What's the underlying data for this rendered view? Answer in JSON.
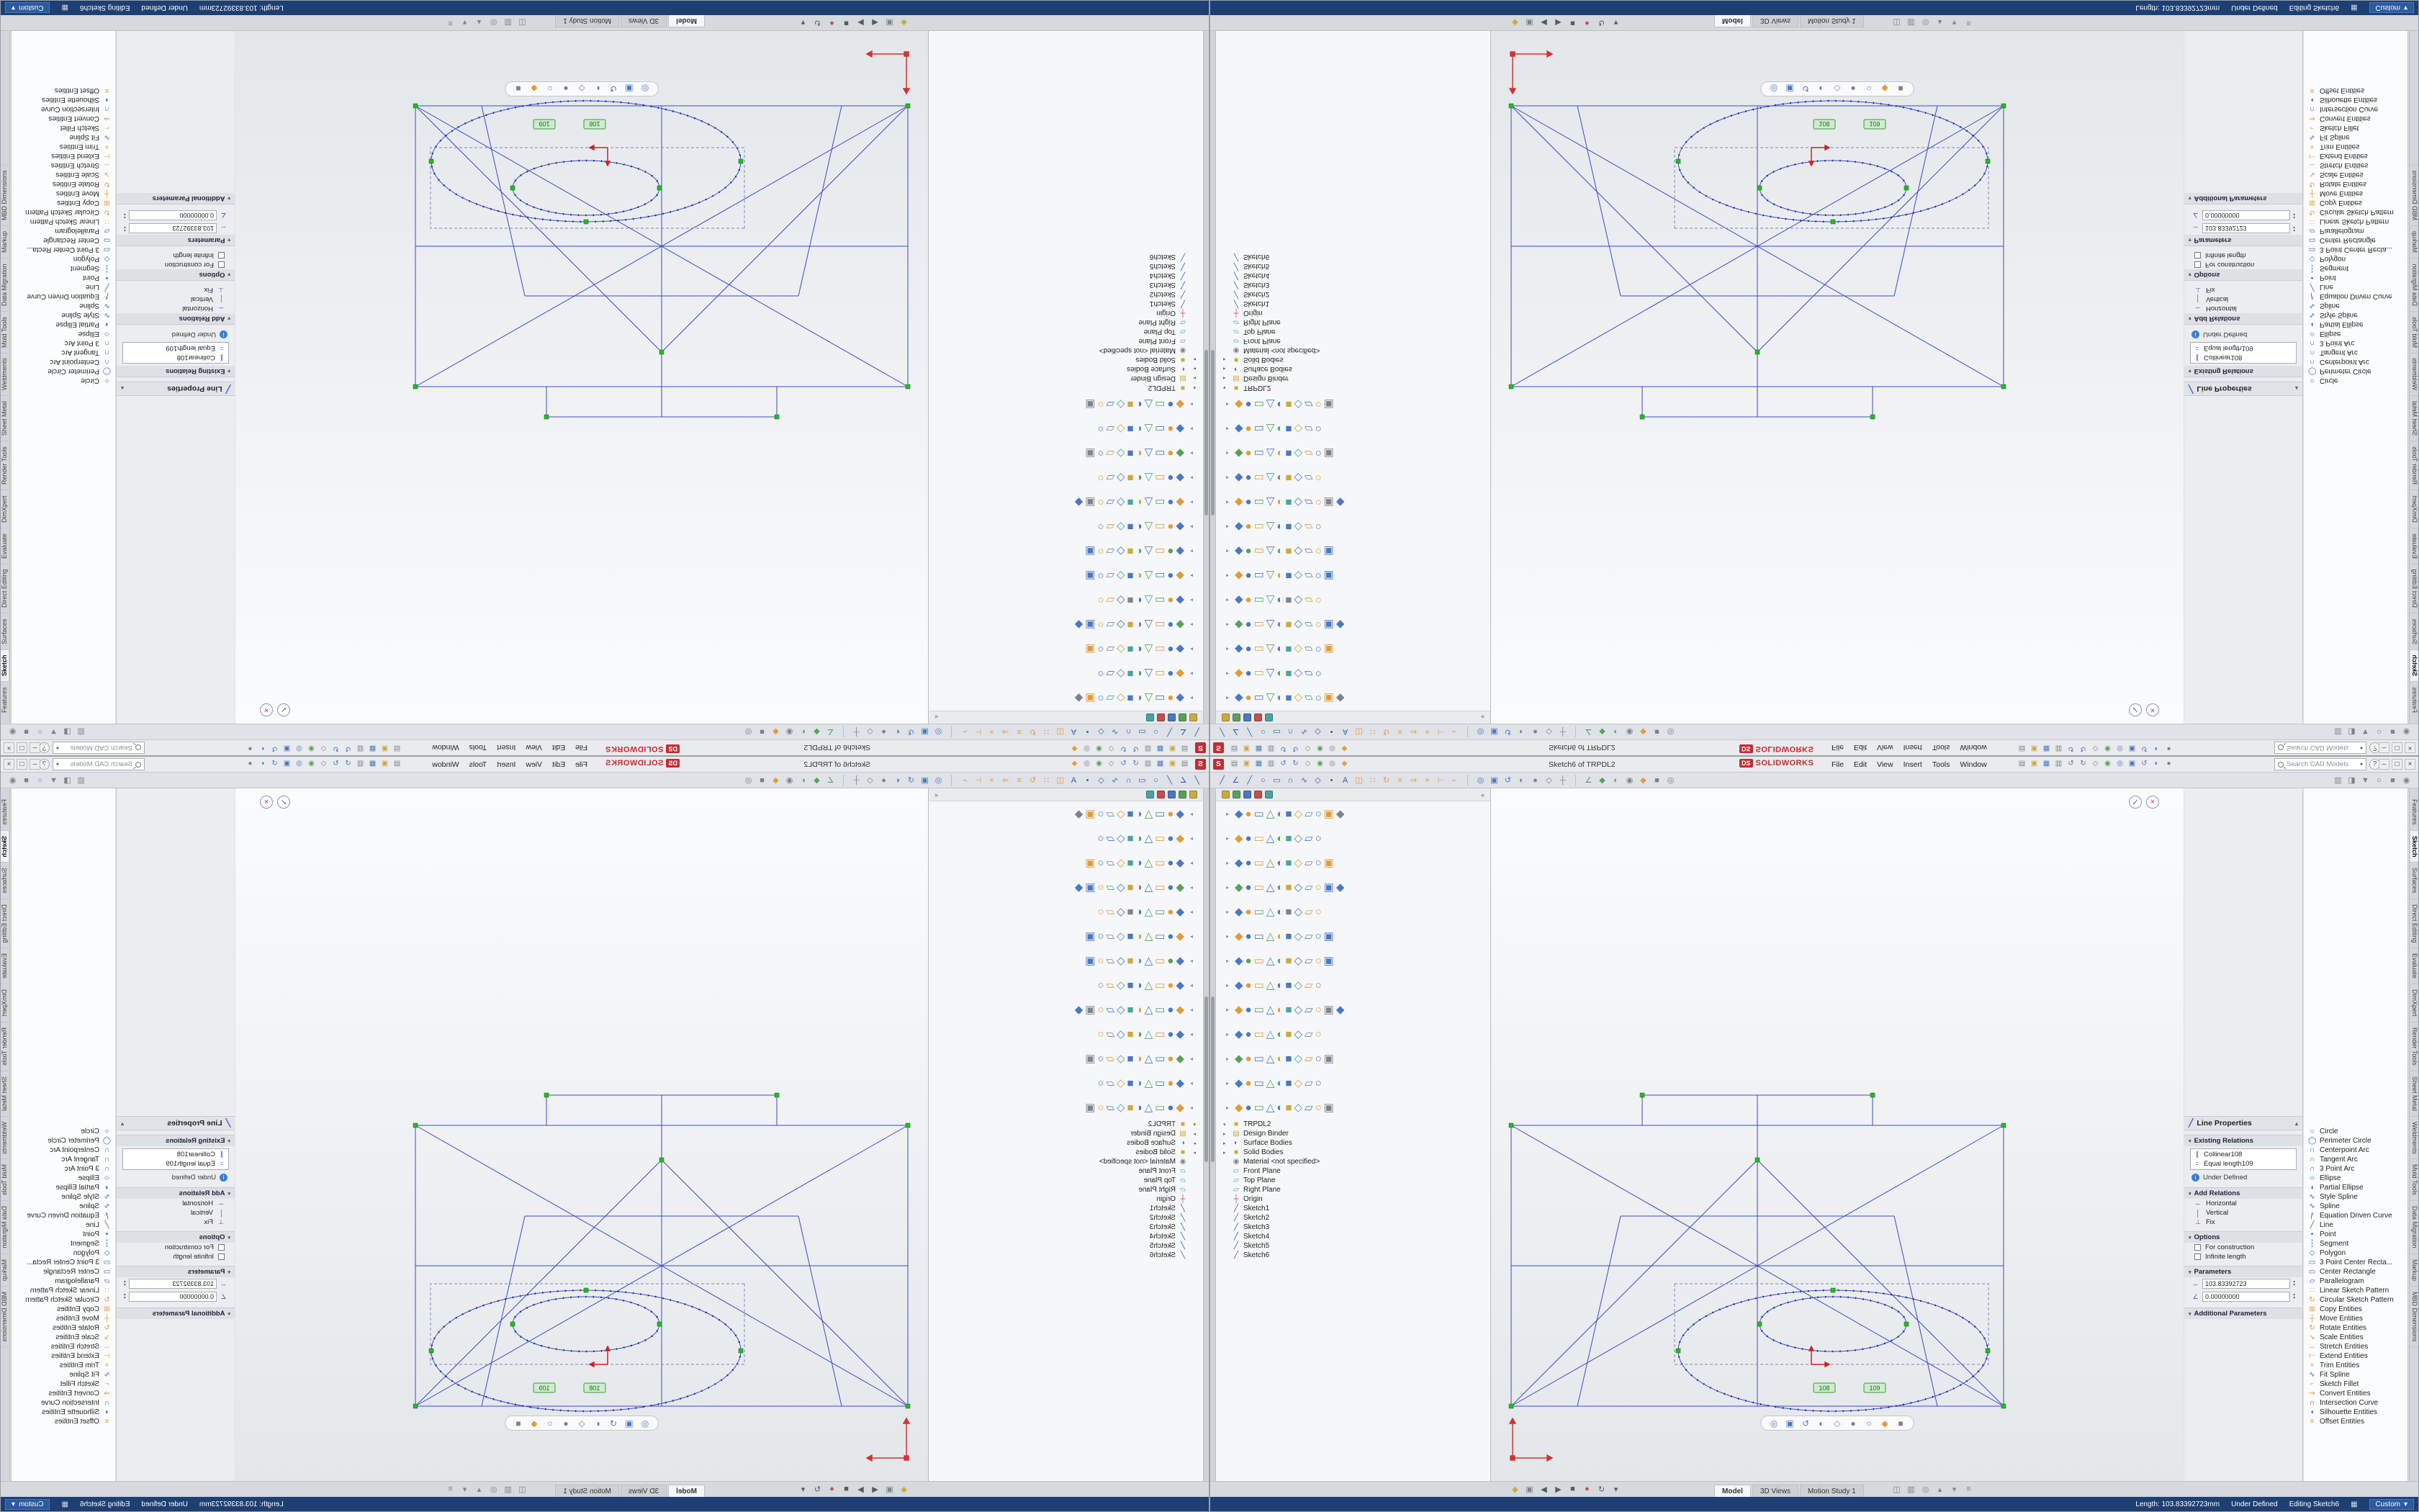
{
  "icons": {
    "chevron_down": "▾",
    "grid": "▦",
    "check": "✓",
    "close_small": "×",
    "minimize": "–",
    "maximize": "□",
    "close": "×",
    "help": "?",
    "pin": "▴",
    "info": "i",
    "spin_up": "▴",
    "spin_down": "▾",
    "tree_pin": "«"
  },
  "window": {
    "app_icon_label": "S",
    "title": "Sketch6 of TRPDL2",
    "logo_ds": "DS",
    "logo_text": "SOLIDWORKS",
    "menus": [
      "File",
      "Edit",
      "View",
      "Insert",
      "Tools",
      "Window"
    ],
    "search_placeholder": "Search CAD Models"
  },
  "toolbars": {
    "quick": [
      {
        "n": "new",
        "g": "▤",
        "c": "#7d838b"
      },
      {
        "n": "open",
        "g": "▣",
        "c": "#cfa93f"
      },
      {
        "n": "save",
        "g": "▦",
        "c": "#4a78c2"
      },
      {
        "n": "print",
        "g": "▥",
        "c": "#7d838b"
      },
      {
        "n": "undo",
        "g": "↺",
        "c": "#4a78c2"
      },
      {
        "n": "redo",
        "g": "↻",
        "c": "#4a78c2"
      },
      {
        "n": "select",
        "g": "◇",
        "c": "#7d838b"
      },
      {
        "n": "rebuild",
        "g": "◉",
        "c": "#5aa05a"
      },
      {
        "n": "options",
        "g": "◎",
        "c": "#7d838b"
      },
      {
        "n": "appearance",
        "g": "◆",
        "c": "#e09b3d"
      }
    ],
    "groups": [
      [
        {
          "n": "sketch",
          "g": "╱",
          "c": "#2f5fb8"
        },
        {
          "n": "smart-dimension",
          "g": "∠",
          "c": "#2f5fb8"
        },
        {
          "n": "line",
          "g": "╱",
          "c": "#2f5fb8"
        },
        {
          "n": "circle",
          "g": "○",
          "c": "#2f5fb8"
        },
        {
          "n": "rectangle",
          "g": "▭",
          "c": "#2f5fb8"
        },
        {
          "n": "arc",
          "g": "∩",
          "c": "#2f5fb8"
        },
        {
          "n": "spline",
          "g": "∿",
          "c": "#2f5fb8"
        },
        {
          "n": "polygon",
          "g": "◇",
          "c": "#2f5fb8"
        },
        {
          "n": "point",
          "g": "•",
          "c": "#2f5fb8"
        },
        {
          "n": "text",
          "g": "A",
          "c": "#2f5fb8"
        },
        {
          "n": "mirror-entities",
          "g": "◫",
          "c": "#e09b3d"
        },
        {
          "n": "linear-pattern",
          "g": "∷",
          "c": "#e09b3d"
        },
        {
          "n": "circular-pattern",
          "g": "↻",
          "c": "#e09b3d"
        },
        {
          "n": "offset",
          "g": "≡",
          "c": "#e09b3d"
        },
        {
          "n": "convert",
          "g": "⇒",
          "c": "#e09b3d"
        },
        {
          "n": "trim",
          "g": "×",
          "c": "#e09b3d"
        },
        {
          "n": "extend",
          "g": "⊢",
          "c": "#e09b3d"
        },
        {
          "n": "fillet",
          "g": "⌐",
          "c": "#e09b3d"
        }
      ],
      [
        {
          "n": "zoom-fit",
          "g": "◎",
          "c": "#4a78c2"
        },
        {
          "n": "zoom-area",
          "g": "▣",
          "c": "#4a78c2"
        },
        {
          "n": "previous-view",
          "g": "↺",
          "c": "#4a78c2"
        },
        {
          "n": "section-view",
          "g": "◐",
          "c": "#4a78c2"
        },
        {
          "n": "display-style",
          "g": "●",
          "c": "#7d838b"
        },
        {
          "n": "view-orientation",
          "g": "◇",
          "c": "#7d838b"
        },
        {
          "n": "pan",
          "g": "┼",
          "c": "#7d838b"
        }
      ],
      [
        {
          "n": "measure",
          "g": "∠",
          "c": "#5aa05a"
        },
        {
          "n": "mass-properties",
          "g": "◆",
          "c": "#5aa05a"
        },
        {
          "n": "evaluate-section",
          "g": "◐",
          "c": "#5aa05a"
        },
        {
          "n": "sensor",
          "g": "◉",
          "c": "#7d838b"
        },
        {
          "n": "edit-appearance",
          "g": "◆",
          "c": "#e09b3d"
        },
        {
          "n": "apply-scene",
          "g": "■",
          "c": "#7d838b"
        },
        {
          "n": "view-settings",
          "g": "◎",
          "c": "#7d838b"
        }
      ]
    ],
    "right": [
      {
        "n": "task-pane",
        "g": "▥",
        "c": "#7d838b"
      },
      {
        "n": "display-pane",
        "g": "◨",
        "c": "#7d838b"
      },
      {
        "n": "selection-filter",
        "g": "▼",
        "c": "#7d838b"
      },
      {
        "n": "hide-show",
        "g": "○",
        "c": "#4a78c2"
      },
      {
        "n": "scene",
        "g": "■",
        "c": "#7d838b"
      },
      {
        "n": "camera",
        "g": "◉",
        "c": "#7d838b"
      }
    ]
  },
  "headsup": [
    {
      "n": "zoom-fit",
      "g": "◎",
      "c": "#4a78c2"
    },
    {
      "n": "zoom-area",
      "g": "▣",
      "c": "#4a78c2"
    },
    {
      "n": "previous-view",
      "g": "↺",
      "c": "#4a78c2"
    },
    {
      "n": "section-view",
      "g": "◐",
      "c": "#4a78c2"
    },
    {
      "n": "view-orientation",
      "g": "◇",
      "c": "#7d838b"
    },
    {
      "n": "display-style",
      "g": "●",
      "c": "#7d838b"
    },
    {
      "n": "hide-show-items",
      "g": "○",
      "c": "#4a78c2"
    },
    {
      "n": "edit-appearance",
      "g": "◆",
      "c": "#e09b3d"
    },
    {
      "n": "apply-scene",
      "g": "■",
      "c": "#7d838b"
    }
  ],
  "tree": {
    "panel_tabs": [
      {
        "n": "featuremanager-tab",
        "c": "#cfa93f"
      },
      {
        "n": "propertymanager-tab",
        "c": "#5aa05a"
      },
      {
        "n": "configurationmanager-tab",
        "c": "#4a78c2"
      },
      {
        "n": "dimxpertmanager-tab",
        "c": "#c2504a"
      },
      {
        "n": "displaymanager-tab",
        "c": "#49a3a3"
      }
    ],
    "decor_rows": [
      [
        "b",
        "o",
        "b",
        "g",
        "d",
        "b",
        "y",
        "t",
        "b",
        "o",
        "d"
      ],
      [
        "o",
        "b",
        "y",
        "b",
        "g",
        "t",
        "d",
        "b",
        "b"
      ],
      [
        "b",
        "b",
        "o",
        "g",
        "b",
        "t",
        "y",
        "d",
        "b",
        "o"
      ],
      [
        "g",
        "b",
        "o",
        "b",
        "d",
        "y",
        "b",
        "t",
        "o",
        "b",
        "b"
      ],
      [
        "b",
        "o",
        "g",
        "t",
        "b",
        "d",
        "b",
        "y",
        "o"
      ],
      [
        "o",
        "b",
        "b",
        "g",
        "y",
        "b",
        "t",
        "d",
        "b",
        "b"
      ],
      [
        "b",
        "g",
        "o",
        "b",
        "t",
        "y",
        "b",
        "d",
        "o",
        "b"
      ],
      [
        "b",
        "o",
        "y",
        "g",
        "b",
        "b",
        "t",
        "o",
        "d"
      ],
      [
        "o",
        "b",
        "g",
        "b",
        "y",
        "t",
        "b",
        "b",
        "o",
        "d",
        "b"
      ],
      [
        "b",
        "b",
        "o",
        "t",
        "g",
        "y",
        "b",
        "d",
        "o"
      ],
      [
        "g",
        "o",
        "b",
        "b",
        "y",
        "b",
        "t",
        "o",
        "b",
        "d"
      ],
      [
        "b",
        "o",
        "b",
        "g",
        "t",
        "b",
        "y",
        "d",
        "b"
      ],
      [
        "o",
        "b",
        "g",
        "b",
        "b",
        "y",
        "t",
        "b",
        "o",
        "d"
      ]
    ],
    "items": [
      {
        "icon": "part",
        "label": "TRPDL2",
        "tw": "▾"
      },
      {
        "icon": "binder",
        "label": "Design Binder",
        "tw": "▸"
      },
      {
        "icon": "surface",
        "label": "Surface Bodies",
        "tw": "▸"
      },
      {
        "icon": "solid",
        "label": "Solid Bodies",
        "tw": "▸"
      },
      {
        "icon": "material",
        "label": "Material <not specified>",
        "tw": ""
      },
      {
        "icon": "plane",
        "label": "Front Plane",
        "tw": ""
      },
      {
        "icon": "plane",
        "label": "Top Plane",
        "tw": ""
      },
      {
        "icon": "plane",
        "label": "Right Plane",
        "tw": ""
      },
      {
        "icon": "origin",
        "label": "Origin",
        "tw": ""
      },
      {
        "icon": "sketch",
        "label": "Sketch1",
        "tw": ""
      },
      {
        "icon": "sketch",
        "label": "Sketch2",
        "tw": ""
      },
      {
        "icon": "sketch",
        "label": "Sketch3",
        "tw": ""
      },
      {
        "icon": "sketch",
        "label": "Sketch4",
        "tw": ""
      },
      {
        "icon": "sketch",
        "label": "Sketch5",
        "tw": ""
      },
      {
        "icon": "sketch",
        "label": "Sketch6",
        "tw": ""
      }
    ]
  },
  "property_panel": {
    "title": "Line Properties",
    "relations": {
      "title": "Existing Relations",
      "items": [
        {
          "g": "∥",
          "label": "Collinear108"
        },
        {
          "g": "=",
          "label": "Equal length109"
        }
      ],
      "status": "Under Defined"
    },
    "add_relations": {
      "title": "Add Relations",
      "buttons": [
        {
          "g": "─",
          "label": "Horizontal",
          "n": "horizontal-relation"
        },
        {
          "g": "│",
          "label": "Vertical",
          "n": "vertical-relation"
        },
        {
          "g": "⊥",
          "label": "Fix",
          "n": "fix-relation"
        }
      ]
    },
    "options": {
      "title": "Options",
      "checkboxes": [
        "For construction",
        "Infinite length"
      ]
    },
    "parameters": {
      "title": "Parameters",
      "items": [
        {
          "g": "↔",
          "value": "103.83392723",
          "n": "length-parameter"
        },
        {
          "g": "∠",
          "value": "0.00000000",
          "n": "angle-parameter"
        }
      ]
    },
    "additional_title": "Additional Parameters"
  },
  "palette": [
    {
      "label": "Circle",
      "g": "○",
      "c": "#2f5fb8"
    },
    {
      "label": "Perimeter Circle",
      "g": "◯",
      "c": "#2f5fb8"
    },
    {
      "label": "Centerpoint Arc",
      "g": "∩",
      "c": "#2f5fb8"
    },
    {
      "label": "Tangent Arc",
      "g": "∩",
      "c": "#2f5fb8"
    },
    {
      "label": "3 Point Arc",
      "g": "∩",
      "c": "#2f5fb8"
    },
    {
      "label": "Ellipse",
      "g": "○",
      "c": "#2f5fb8",
      "ell": true
    },
    {
      "label": "Partial Ellipse",
      "g": "◖",
      "c": "#2f5fb8"
    },
    {
      "label": "Style Spline",
      "g": "∿",
      "c": "#2f5fb8"
    },
    {
      "label": "Spline",
      "g": "∿",
      "c": "#2f5fb8"
    },
    {
      "label": "Equation Driven Curve",
      "g": "ƒ",
      "c": "#2f5fb8"
    },
    {
      "label": "Line",
      "g": "╱",
      "c": "#2f5fb8"
    },
    {
      "label": "Point",
      "g": "•",
      "c": "#2f5fb8"
    },
    {
      "label": "Segment",
      "g": "┆",
      "c": "#2f5fb8"
    },
    {
      "label": "Polygon",
      "g": "◇",
      "c": "#2f5fb8"
    },
    {
      "label": "3 Point Center Recta...",
      "g": "▭",
      "c": "#2f5fb8"
    },
    {
      "label": "Center Rectangle",
      "g": "▭",
      "c": "#2f5fb8"
    },
    {
      "label": "Parallelogram",
      "g": "▱",
      "c": "#2f5fb8"
    },
    {
      "label": "Linear Sketch Pattern",
      "g": "∷",
      "c": "#e09b3d"
    },
    {
      "label": "Circular Sketch Pattern",
      "g": "↻",
      "c": "#e09b3d"
    },
    {
      "label": "Copy Entities",
      "g": "⊞",
      "c": "#e09b3d"
    },
    {
      "label": "Move Entities",
      "g": "┼",
      "c": "#e09b3d"
    },
    {
      "label": "Rotate Entities",
      "g": "↻",
      "c": "#e09b3d"
    },
    {
      "label": "Scale Entities",
      "g": "↘",
      "c": "#e09b3d"
    },
    {
      "label": "Stretch Entities",
      "g": "↔",
      "c": "#e09b3d"
    },
    {
      "label": "Extend Entities",
      "g": "⊢",
      "c": "#e09b3d"
    },
    {
      "label": "Trim Entities",
      "g": "×",
      "c": "#e09b3d"
    },
    {
      "label": "Fit Spline",
      "g": "∿",
      "c": "#2f5fb8"
    },
    {
      "label": "Sketch Fillet",
      "g": "⌐",
      "c": "#e09b3d"
    },
    {
      "label": "Convert Entities",
      "g": "⇒",
      "c": "#e09b3d"
    },
    {
      "label": "Intersection Curve",
      "g": "∩",
      "c": "#2f5fb8"
    },
    {
      "label": "Silhouette Entities",
      "g": "◖",
      "c": "#2f5fb8"
    },
    {
      "label": "Offset Entities",
      "g": "≡",
      "c": "#e09b3d"
    }
  ],
  "side_tabs": [
    "Features",
    "Sketch",
    "Surfaces",
    "Direct Editing",
    "Evaluate",
    "DimXpert",
    "Render Tools",
    "Sheet Metal",
    "Weldments",
    "Mold Tools",
    "Data Migration",
    "Markup",
    "MBD Dimensions"
  ],
  "bottom": {
    "tabs": [
      "Model",
      "3D Views",
      "Motion Study 1"
    ],
    "active_index": 0,
    "left_icons": [
      {
        "n": "motion-key",
        "g": "◆",
        "c": "#cfa93f"
      },
      {
        "n": "motion-camera",
        "g": "▣",
        "c": "#7d838b"
      },
      {
        "n": "play-from-start",
        "g": "◀",
        "c": "#555b63"
      },
      {
        "n": "play",
        "g": "▶",
        "c": "#555b63"
      },
      {
        "n": "stop",
        "g": "■",
        "c": "#555b63"
      },
      {
        "n": "record",
        "g": "●",
        "c": "#c2504a"
      },
      {
        "n": "loop",
        "g": "↻",
        "c": "#555b63"
      },
      {
        "n": "filter",
        "g": "▾",
        "c": "#555b63"
      }
    ],
    "right_icons": [
      {
        "n": "split-horizontal",
        "g": "◫",
        "c": "#7d838b"
      },
      {
        "n": "split-vertical",
        "g": "▥",
        "c": "#7d838b"
      },
      {
        "n": "fit-graph",
        "g": "◎",
        "c": "#7d838b"
      },
      {
        "n": "zoom-in-time",
        "g": "▴",
        "c": "#7d838b"
      },
      {
        "n": "zoom-out-time",
        "g": "▾",
        "c": "#7d838b"
      },
      {
        "n": "properties",
        "g": "≡",
        "c": "#7d838b"
      }
    ]
  },
  "status_bar": {
    "length_label": "Length: 103.83392723mm",
    "state": "Under Defined",
    "mode": "Editing Sketch6",
    "custom_label": "Custom"
  },
  "canvas": {
    "badges": [
      "108",
      "109"
    ]
  }
}
